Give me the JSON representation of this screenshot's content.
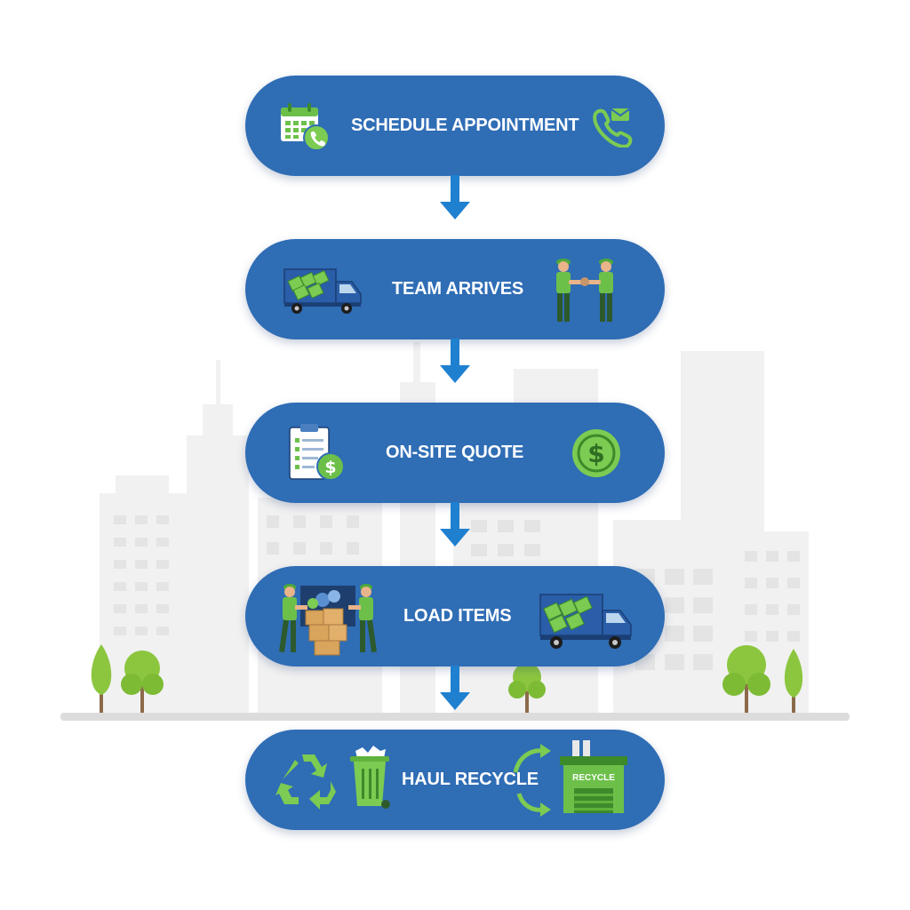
{
  "flow": {
    "steps": [
      {
        "label": "SCHEDULE APPOINTMENT",
        "icon_left": "calendar-phone-icon",
        "icon_right": "phone-icon"
      },
      {
        "label": "TEAM ARRIVES",
        "icon_left": "truck-icon",
        "icon_right": "workers-handshake-icon"
      },
      {
        "label": "ON-SITE QUOTE",
        "icon_left": "clipboard-dollar-icon",
        "icon_right": "dollar-coin-icon"
      },
      {
        "label": "LOAD ITEMS",
        "icon_left": "workers-loading-boxes-icon",
        "icon_right": "truck-icon"
      },
      {
        "label": "HAUL RECYCLE",
        "icon_left": "recycle-icon",
        "icon_right": "recycling-facility-icon",
        "icon_extra": "trash-bin-icon",
        "facility_sign": "RECYCLE"
      }
    ],
    "connector_icon": "down-arrow-icon"
  },
  "colors": {
    "pill": "#2f6db5",
    "arrow": "#1f80d0",
    "accent_green": "#6cc04a",
    "skyline": "#ececec"
  }
}
